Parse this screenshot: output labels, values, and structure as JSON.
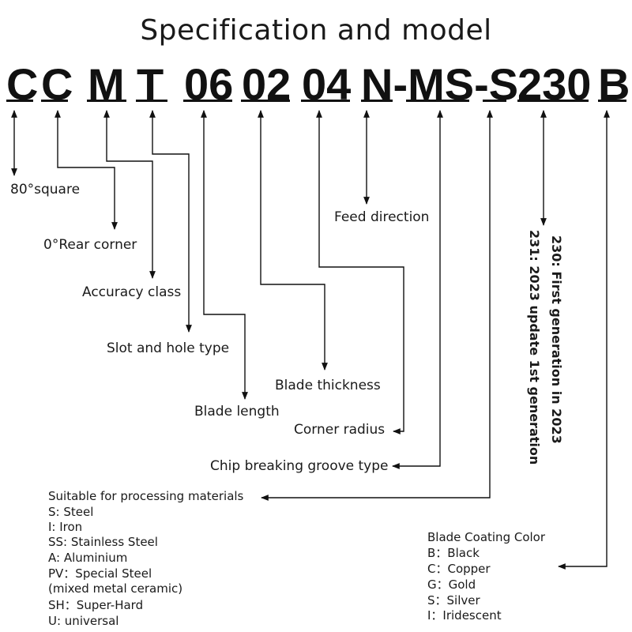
{
  "title": "Specification and model",
  "code_segments": [
    "C",
    "C",
    "M",
    "T",
    "06",
    "02",
    "04",
    "N-MS-S",
    "230",
    "B"
  ],
  "labels": {
    "shape": "80°square",
    "rear_corner": "0°Rear corner",
    "accuracy": "Accuracy class",
    "slot": "Slot and hole type",
    "blade_length": "Blade length",
    "blade_thickness": "Blade thickness",
    "corner_radius": "Corner radius",
    "feed_direction": "Feed direction",
    "chip_groove": "Chip breaking groove type"
  },
  "generation": {
    "line1": "230: First generation in 2023",
    "line2": "231: 2023 update 1st generation"
  },
  "materials": {
    "heading": "Suitable for processing materials",
    "items": [
      "S:   Steel",
      "I:    Iron",
      "SS:  Stainless Steel",
      "A:    Aluminium",
      "PV：Special Steel",
      "       (mixed metal ceramic)",
      "SH：Super-Hard",
      "U:   universal"
    ]
  },
  "coating": {
    "heading": "Blade Coating Color",
    "items": [
      "B：Black",
      "C：Copper",
      "G：Gold",
      "S：Silver",
      " I：Iridescent"
    ]
  }
}
